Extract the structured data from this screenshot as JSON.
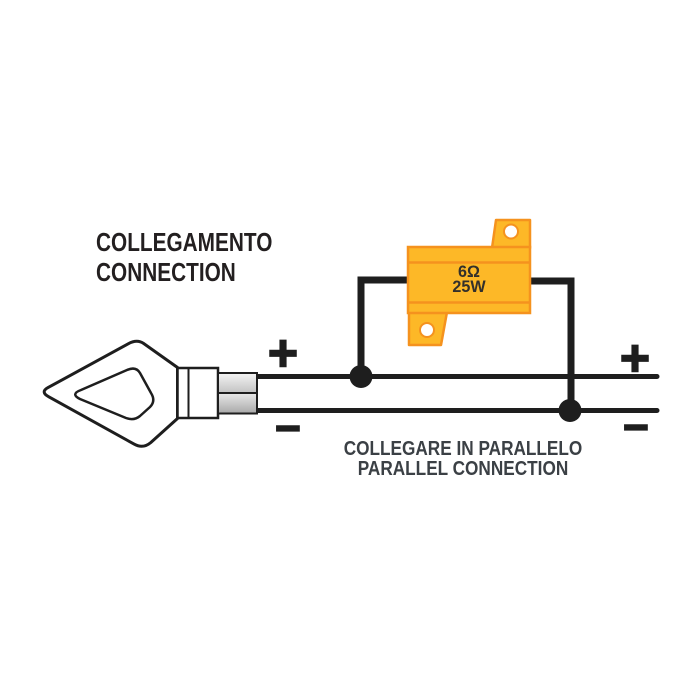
{
  "title": {
    "line1": "COLLEGAMENTO",
    "line2": "CONNECTION"
  },
  "resistor": {
    "resistance": "6Ω",
    "power": "25W"
  },
  "polarity": {
    "plus": "+",
    "minus": "−"
  },
  "caption": {
    "line1": "COLLEGARE IN PARALLELO",
    "line2": "PARALLEL CONNECTION"
  },
  "colors": {
    "background": "#FFFFFF",
    "wire": "#1E1E1E",
    "outline": "#1E1E1E",
    "resistor_fill": "#FDB827",
    "resistor_stroke": "#F5921E",
    "resistor_text": "#33302B",
    "title_text": "#231F20",
    "caption_text": "#3B4045",
    "connector_light": "#F2F2F2",
    "connector_dark": "#A8A8A8"
  },
  "icons": {
    "turn_signal": "turn-signal-indicator-icon",
    "load_resistor": "load-resistor-icon",
    "junction_positive": "junction-dot-icon",
    "junction_negative": "junction-dot-icon",
    "plus_left": "plus-sign-icon",
    "minus_left": "minus-sign-icon",
    "plus_right": "plus-sign-icon",
    "minus_right": "minus-sign-icon"
  }
}
